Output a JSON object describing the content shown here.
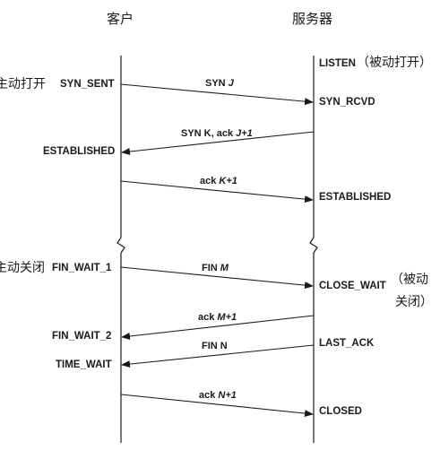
{
  "header": {
    "client": "客户",
    "server": "服务器"
  },
  "client_side": {
    "active_open": "主动打开",
    "syn_sent": "SYN_SENT",
    "established": "ESTABLISHED",
    "active_close": "主动关闭",
    "fin_wait_1": "FIN_WAIT_1",
    "fin_wait_2": "FIN_WAIT_2",
    "time_wait": "TIME_WAIT"
  },
  "server_side": {
    "listen": "LISTEN",
    "passive_open": "（被动打开）",
    "syn_rcvd": "SYN_RCVD",
    "established": "ESTABLISHED",
    "close_wait": "CLOSE_WAIT",
    "passive_close_1": "（被动",
    "passive_close_2": "关闭）",
    "last_ack": "LAST_ACK",
    "closed": "CLOSED"
  },
  "messages": {
    "m1_prefix": "SYN ",
    "m1_var": "J",
    "m2_prefix": "SYN K, ack ",
    "m2_var": "J+1",
    "m3_prefix": "ack ",
    "m3_var": "K+1",
    "m4_prefix": "FIN ",
    "m4_var": "M",
    "m5_prefix": "ack ",
    "m5_var": "M+1",
    "m6_label": "FIN N",
    "m7_prefix": "ack ",
    "m7_var": "N+1"
  }
}
